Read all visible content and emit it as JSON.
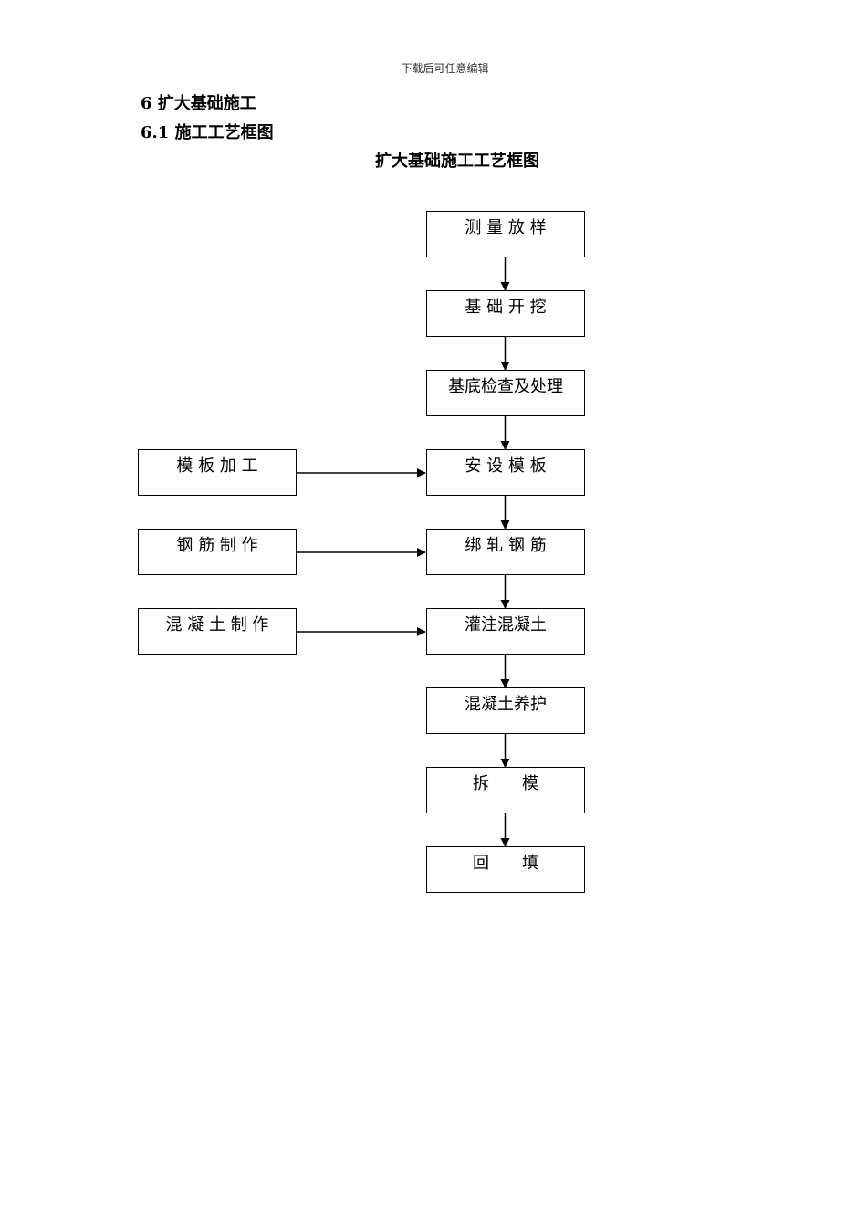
{
  "header_note": "下载后可任意编辑",
  "section": {
    "heading": "6  扩大基础施工",
    "subheading": "6.1  施工工艺框图"
  },
  "figure": {
    "title": "扩大基础施工工艺框图",
    "main_steps": [
      {
        "label": "测 量 放 样"
      },
      {
        "label": "基 础 开 挖"
      },
      {
        "label": "基底检查及处理"
      },
      {
        "label": "安 设 模 板"
      },
      {
        "label": "绑 轧 钢 筋"
      },
      {
        "label": "灌注混凝土"
      },
      {
        "label": "混凝土养护"
      },
      {
        "label": "拆　　模"
      },
      {
        "label": "回　　填"
      }
    ],
    "side_steps": [
      {
        "label": "模 板 加 工",
        "feeds": "安 设 模 板"
      },
      {
        "label": "钢 筋 制 作",
        "feeds": "绑 轧 钢 筋"
      },
      {
        "label": "混 凝 土 制 作",
        "feeds": "灌注混凝土"
      }
    ]
  }
}
